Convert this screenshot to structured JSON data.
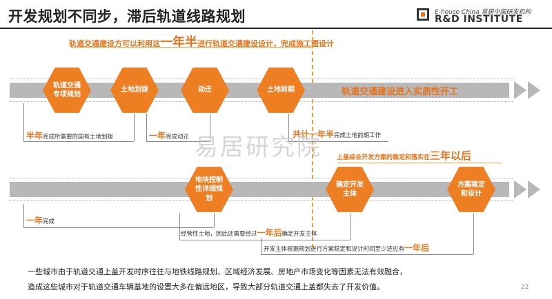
{
  "title": "开发规划不同步，滞后轨道线路规划",
  "logo": {
    "line1": "E-house China 易居中国研发机构",
    "line2": "R&D INSTITUTE"
  },
  "top_note": {
    "pre": "轨道交通建设方可以利用这",
    "emph": "一年半",
    "post": "进行轨道交通建设设计，完成施工图设计"
  },
  "row1": {
    "hexes": [
      "轨道交通专项规划",
      "土地划拨",
      "动迁",
      "土地前期"
    ],
    "bar_label": "轨道交通建设进入实质性开工",
    "notes": [
      {
        "emph": "半年",
        "text": "完成所需要的国有土地划拨"
      },
      {
        "emph": "一年",
        "text": "完成动迁"
      },
      {
        "emph": "共计一年半",
        "text": "完成土地前期工作"
      }
    ]
  },
  "mid_note": {
    "pre": "上盖综合开发方案的稳定和落实在",
    "emph": "三年以后"
  },
  "watermark": "易居研究院",
  "row2": {
    "hexes": [
      "地块控制性详细规划",
      "确定开发主体",
      "方案稳定和设计"
    ],
    "notes": [
      {
        "emph": "一年",
        "text": "完成"
      },
      {
        "pre": "经营性土地，因此还需要经过",
        "emph": "一年后",
        "post": "确定开发主体"
      },
      {
        "pre": "开发主体根据规划进行方案稳定和设计时间至少还应有",
        "emph": "一年后"
      }
    ]
  },
  "footer": {
    "line1": "一些城市由于轨道交通上盖开发时序往往与地铁线路规划、区域经济发展、房地产市场变化等因素无法有效融合，",
    "line2": "造成这些城市对于轨道交通车辆基地的设置大多在偏远地区，导致大部分轨道交通上盖都失去了开发价值。"
  },
  "page_number": "22",
  "colors": {
    "accent": "#ee7e22",
    "bar": "#b8b8b8",
    "dashed_line": "#e8a040"
  }
}
